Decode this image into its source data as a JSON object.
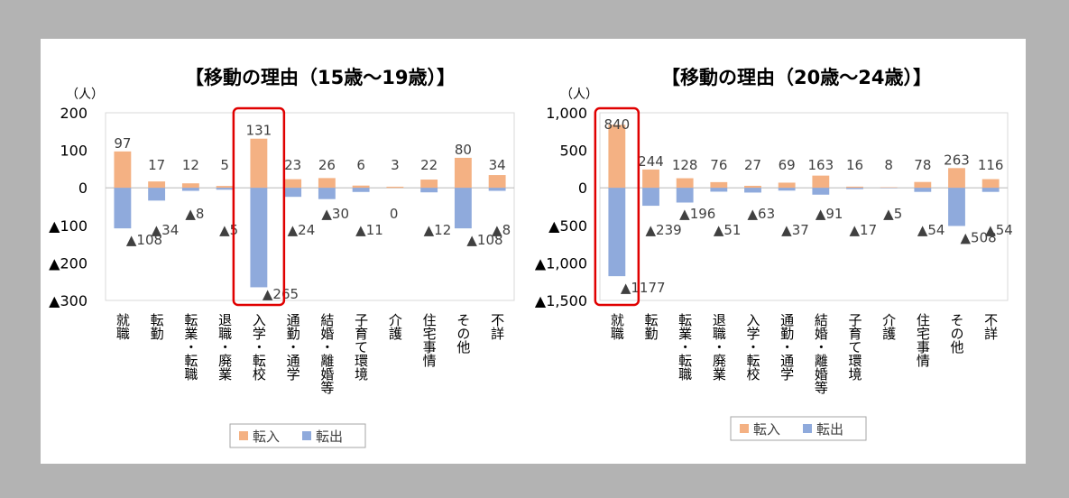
{
  "colors": {
    "in": "#f4b183",
    "out": "#8faadc",
    "highlight": "#e00000",
    "axis": "#bfbfbf",
    "frame": "#d9d9d9"
  },
  "legend": {
    "in": "転入",
    "out": "転出"
  },
  "chart_data": [
    {
      "type": "bar",
      "title": "【移動の理由（15歳～19歳）】",
      "unit": "（人）",
      "ylim": [
        -300,
        200
      ],
      "ticks": [
        "200",
        "100",
        "0",
        "▲100",
        "▲200",
        "▲300"
      ],
      "categories": [
        "就職",
        "転勤",
        "転業・転職",
        "退職・廃業",
        "入学・転校",
        "通勤・通学",
        "結婚・離婚等",
        "子育て環境",
        "介護",
        "住宅事情",
        "その他",
        "不詳"
      ],
      "series": [
        {
          "name": "転入",
          "values": [
            97,
            17,
            12,
            5,
            131,
            23,
            26,
            6,
            3,
            22,
            80,
            34
          ],
          "labels": [
            "97",
            "17",
            "12",
            "5",
            "131",
            "23",
            "26",
            "6",
            "3",
            "22",
            "80",
            "34"
          ]
        },
        {
          "name": "転出",
          "values": [
            -108,
            -34,
            -8,
            -5,
            -265,
            -24,
            -30,
            -11,
            0,
            -12,
            -108,
            -8
          ],
          "labels": [
            "▲108",
            "▲34",
            "▲8",
            "▲5",
            "▲265",
            "▲24",
            "▲30",
            "▲11",
            "0",
            "▲12",
            "▲108",
            "▲8"
          ]
        }
      ],
      "highlight_category": "入学・転校"
    },
    {
      "type": "bar",
      "title": "【移動の理由（20歳～24歳）】",
      "unit": "（人）",
      "ylim": [
        -1500,
        1000
      ],
      "ticks": [
        "1,000",
        "500",
        "0",
        "▲500",
        "▲1,000",
        "▲1,500"
      ],
      "categories": [
        "就職",
        "転勤",
        "転業・転職",
        "退職・廃業",
        "入学・転校",
        "通勤・通学",
        "結婚・離婚等",
        "子育て環境",
        "介護",
        "住宅事情",
        "その他",
        "不詳"
      ],
      "series": [
        {
          "name": "転入",
          "values": [
            840,
            244,
            128,
            76,
            27,
            69,
            163,
            16,
            8,
            78,
            263,
            116
          ],
          "labels": [
            "840",
            "244",
            "128",
            "76",
            "27",
            "69",
            "163",
            "16",
            "8",
            "78",
            "263",
            "116"
          ]
        },
        {
          "name": "転出",
          "values": [
            -1177,
            -239,
            -196,
            -51,
            -63,
            -37,
            -91,
            -17,
            -5,
            -54,
            -508,
            -54
          ],
          "labels": [
            "▲1177",
            "▲239",
            "▲196",
            "▲51",
            "▲63",
            "▲37",
            "▲91",
            "▲17",
            "▲5",
            "▲54",
            "▲508",
            "▲54"
          ]
        }
      ],
      "highlight_category": "就職"
    }
  ]
}
